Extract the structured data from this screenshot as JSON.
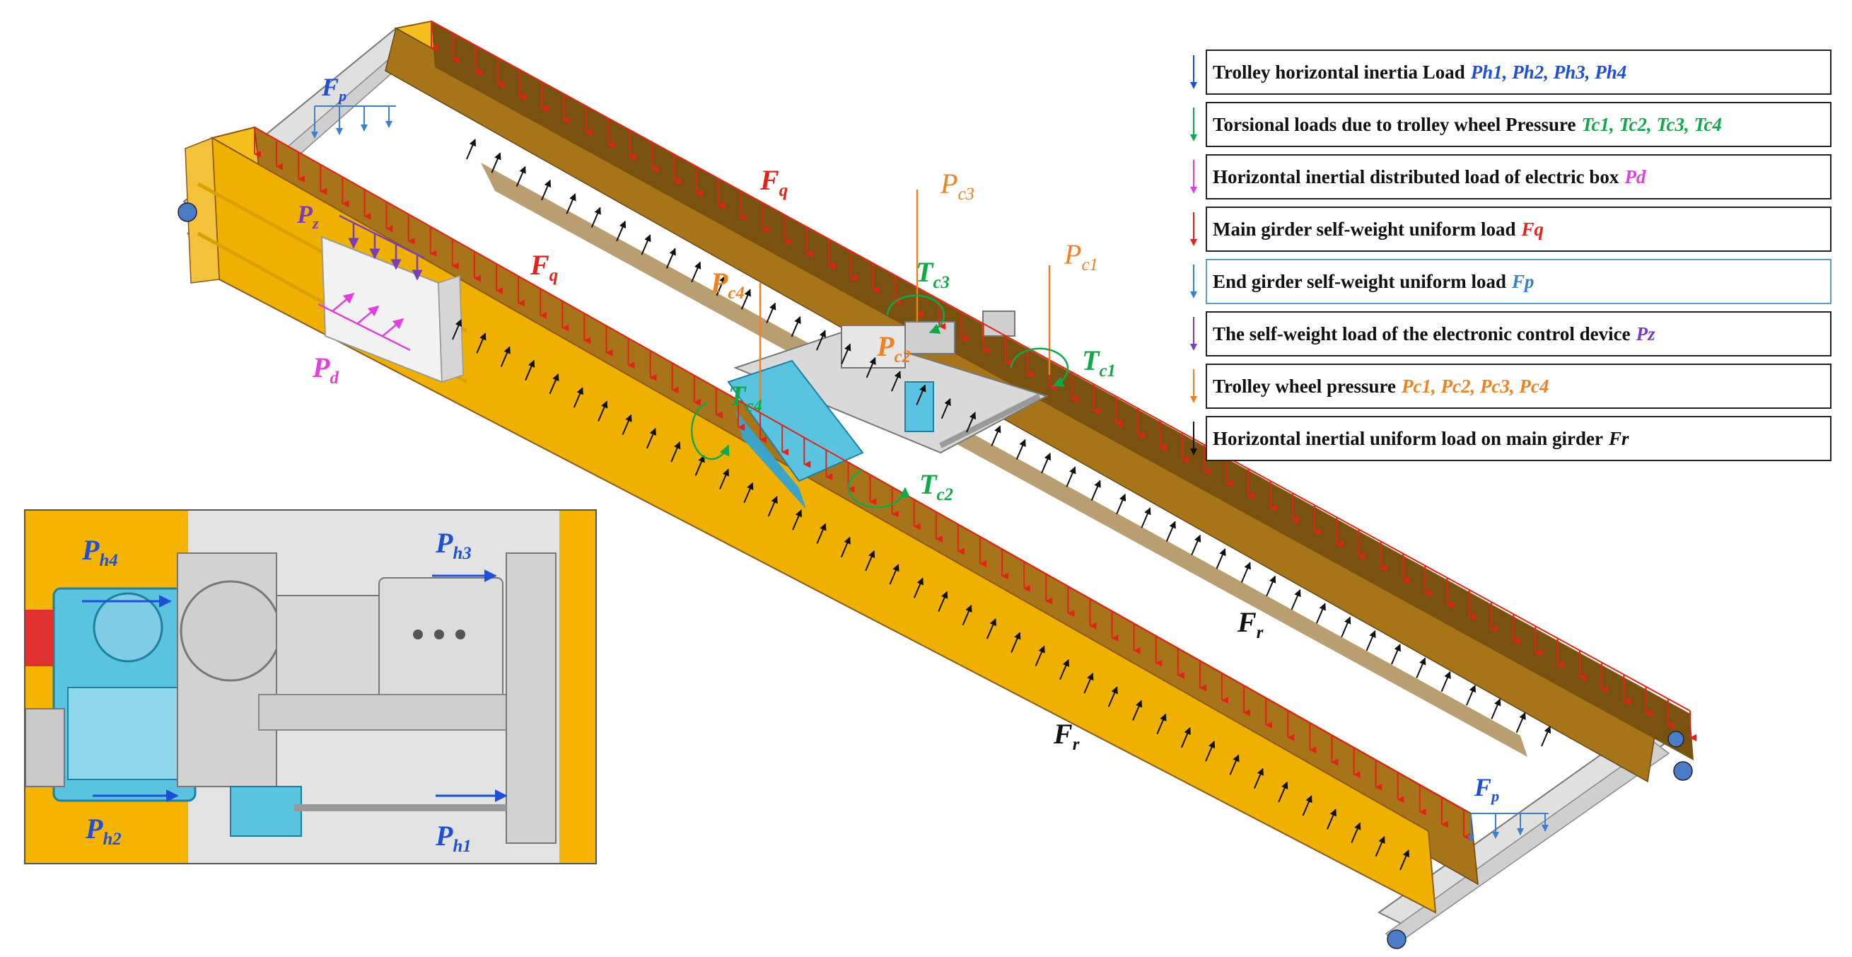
{
  "colors": {
    "girder_top": "#f6bd1e",
    "girder_side": "#a8741a",
    "girder_dark": "#7a5210",
    "girder_front": "#f0b000",
    "trolley": "#59c3e0",
    "red": "#e3231b",
    "blue": "#1f4fd8",
    "green": "#11a84a",
    "magenta": "#e040e0",
    "purple": "#7a3db8",
    "orange": "#f08020",
    "black": "#111111",
    "light_blue": "#3a7fd0"
  },
  "legend": [
    {
      "text": "Trolley horizontal inertia Load",
      "syms": "Ph1, Ph2, Ph3, Ph4",
      "color": "#1f4fd8",
      "icon": "arrow-down-icon"
    },
    {
      "text": "Torsional loads due to trolley wheel Pressure",
      "syms": "Tc1, Tc2, Tc3, Tc4",
      "color": "#11a84a",
      "icon": "arrow-down-icon"
    },
    {
      "text": "Horizontal inertial distributed load of electric box",
      "syms": "Pd",
      "color": "#e040e0",
      "icon": "arrow-down-icon"
    },
    {
      "text": "Main girder self-weight uniform load",
      "syms": "Fq",
      "color": "#e3231b",
      "icon": "arrow-down-icon"
    },
    {
      "text": "End girder self-weight uniform load",
      "syms": "Fp",
      "color": "#3a7fd0",
      "icon": "arrow-down-icon"
    },
    {
      "text": "The self-weight load of the electronic control device",
      "syms": "Pz",
      "color": "#7a3db8",
      "icon": "arrow-down-icon"
    },
    {
      "text": "Trolley wheel pressure",
      "syms": "Pc1, Pc2, Pc3, Pc4",
      "color": "#f08020",
      "icon": "arrow-down-icon"
    },
    {
      "text": "Horizontal inertial uniform load on main girder",
      "syms": "Fr",
      "color": "#111111",
      "icon": "arrow-down-icon"
    }
  ],
  "labels": {
    "fp_top": {
      "base": "F",
      "sub": "p"
    },
    "fp_bottom": {
      "base": "F",
      "sub": "p"
    },
    "fq_back": {
      "base": "F",
      "sub": "q"
    },
    "fq_front": {
      "base": "F",
      "sub": "q"
    },
    "pz": {
      "base": "P",
      "sub": "z"
    },
    "pd": {
      "base": "P",
      "sub": "d"
    },
    "pc1": {
      "base": "P",
      "sub": "c1"
    },
    "pc2": {
      "base": "P",
      "sub": "c2"
    },
    "pc3": {
      "base": "P",
      "sub": "c3"
    },
    "pc4": {
      "base": "P",
      "sub": "c4"
    },
    "tc1": {
      "base": "T",
      "sub": "c1"
    },
    "tc2": {
      "base": "T",
      "sub": "c2"
    },
    "tc3": {
      "base": "T",
      "sub": "c3"
    },
    "tc4": {
      "base": "T",
      "sub": "c4"
    },
    "fr_back": {
      "base": "F",
      "sub": "r"
    },
    "fr_front": {
      "base": "F",
      "sub": "r"
    }
  },
  "inset_labels": {
    "ph1": {
      "base": "P",
      "sub": "h1"
    },
    "ph2": {
      "base": "P",
      "sub": "h2"
    },
    "ph3": {
      "base": "P",
      "sub": "h3"
    },
    "ph4": {
      "base": "P",
      "sub": "h4"
    }
  }
}
